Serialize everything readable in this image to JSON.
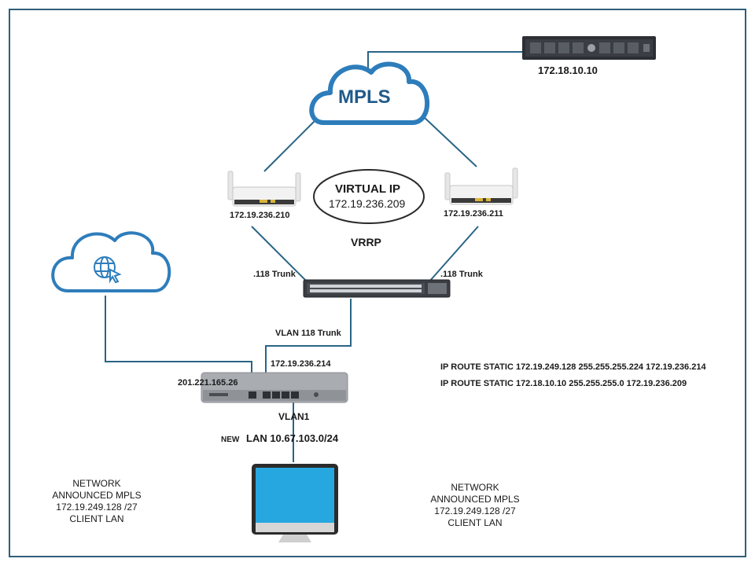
{
  "colors": {
    "frame": "#2f5f7a",
    "link": "#2a6486",
    "cloud_stroke": "#2e7dbb",
    "mpls_text": "#1f5a8a"
  },
  "mpls": {
    "label": "MPLS"
  },
  "server": {
    "ip": "172.18.10.10",
    "icon": "rack-server"
  },
  "vrrp": {
    "virtual_ip_title": "VIRTUAL IP",
    "virtual_ip": "172.19.236.209",
    "protocol": "VRRP"
  },
  "routers": {
    "left": {
      "ip": "172.19.236.210",
      "icon": "router"
    },
    "right": {
      "ip": "172.19.236.211",
      "icon": "router"
    }
  },
  "switch": {
    "icon": "switch",
    "left_trunk": ".118 Trunk",
    "right_trunk": ".118 Trunk",
    "uplink": "VLAN  118 Trunk"
  },
  "internet": {
    "icon": "globe-cursor"
  },
  "firewall": {
    "icon": "firewall",
    "wan_ip": "201.221.165.26",
    "inside_ip": "172.19.236.214",
    "vlan": "VLAN1"
  },
  "lan": {
    "prefix": "NEW",
    "label": "LAN 10.67.103.0/24"
  },
  "routes": [
    "IP ROUTE  STATIC  172.19.249.128 255.255.255.224 172.19.236.214",
    "IP ROUTE  STATIC  172.18.10.10 255.255.255.0 172.19.236.209"
  ],
  "notes": {
    "left": [
      "NETWORK",
      "ANNOUNCED  MPLS",
      "172.19.249.128  /27",
      "CLIENT  LAN"
    ],
    "right": [
      "NETWORK",
      "ANNOUNCED  MPLS",
      "172.19.249.128  /27",
      "CLIENT  LAN"
    ]
  },
  "computer": {
    "icon": "monitor"
  }
}
